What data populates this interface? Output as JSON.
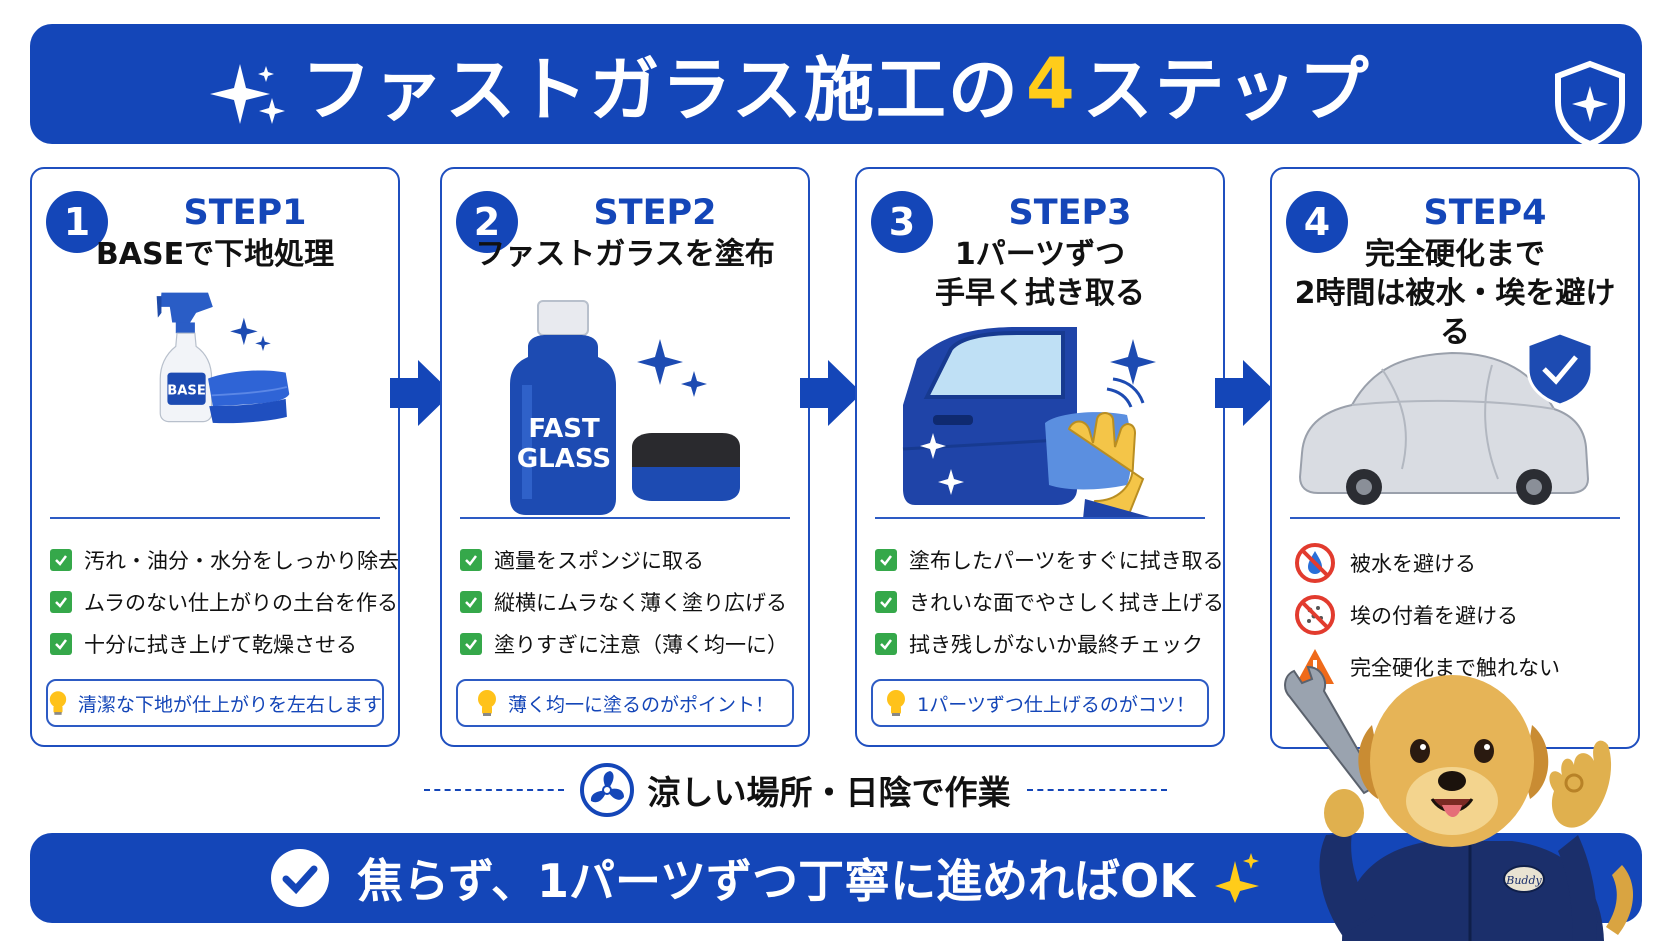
{
  "header": {
    "title_part1": "ファストガラス施工の",
    "title_number": "4",
    "title_part2": "ステップ",
    "sparkle_icon": "sparkle-icon",
    "shield_icon": "shield-star-icon"
  },
  "steps": [
    {
      "number": "1",
      "label": "STEP1",
      "title_lines": [
        "BASEで下地処理"
      ],
      "bullets": [
        "汚れ・油分・水分をしっかり除去",
        "ムラのない仕上がりの土台を作る",
        "十分に拭き上げて乾燥させる"
      ],
      "tip": "清潔な下地が仕上がりを左右します",
      "bottle_label": "BASE"
    },
    {
      "number": "2",
      "label": "STEP2",
      "title_lines": [
        "ファストガラスを塗布"
      ],
      "bullets": [
        "適量をスポンジに取る",
        "縦横にムラなく薄く塗り広げる",
        "塗りすぎに注意（薄く均一に）"
      ],
      "tip": "薄く均一に塗るのがポイント！",
      "bottle_label_line1": "FAST",
      "bottle_label_line2": "GLASS"
    },
    {
      "number": "3",
      "label": "STEP3",
      "title_lines": [
        "1パーツずつ",
        "手早く拭き取る"
      ],
      "bullets": [
        "塗布したパーツをすぐに拭き取る",
        "きれいな面でやさしく拭き上げる",
        "拭き残しがないか最終チェック"
      ],
      "tip": "1パーツずつ仕上げるのがコツ！"
    },
    {
      "number": "4",
      "label": "STEP4",
      "title_lines": [
        "完全硬化まで",
        "2時間は被水・埃を避ける"
      ],
      "warnings": [
        "被水を避ける",
        "埃の付着を避ける",
        "完全硬化まで触れない"
      ]
    }
  ],
  "cool_place": {
    "text": "涼しい場所・日陰で作業",
    "icon": "fan-icon"
  },
  "footer": {
    "text": "焦らず、1パーツずつ丁寧に進めればOK",
    "icon": "check-circle-icon"
  },
  "mascot": {
    "badge_text": "Buddy"
  },
  "colors": {
    "brand_blue": "#1446b8",
    "accent_yellow": "#ffcc1a",
    "check_green": "#35a84a",
    "warning_red": "#e23b2e",
    "warning_orange": "#ef6a1a"
  }
}
